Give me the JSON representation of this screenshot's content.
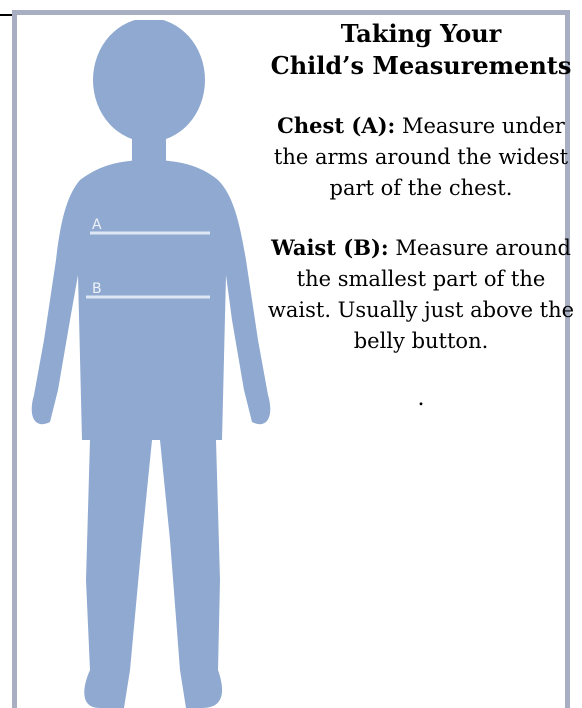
{
  "title": {
    "line1": "Taking Your",
    "line2": "Child’s Measurements"
  },
  "chest": {
    "heading": "Chest (A):",
    "text": "Measure under the arms around the widest part of the chest."
  },
  "waist": {
    "heading": "Waist (B):",
    "text": "Measure around the smallest part of the waist. Usually just above the belly button."
  },
  "trailing_mark": ".",
  "figure": {
    "label_a": "A",
    "label_b": "B",
    "body_color": "#8fa9d1",
    "line_color": "#dfe7f4"
  },
  "frame_color": "#a9afc3"
}
